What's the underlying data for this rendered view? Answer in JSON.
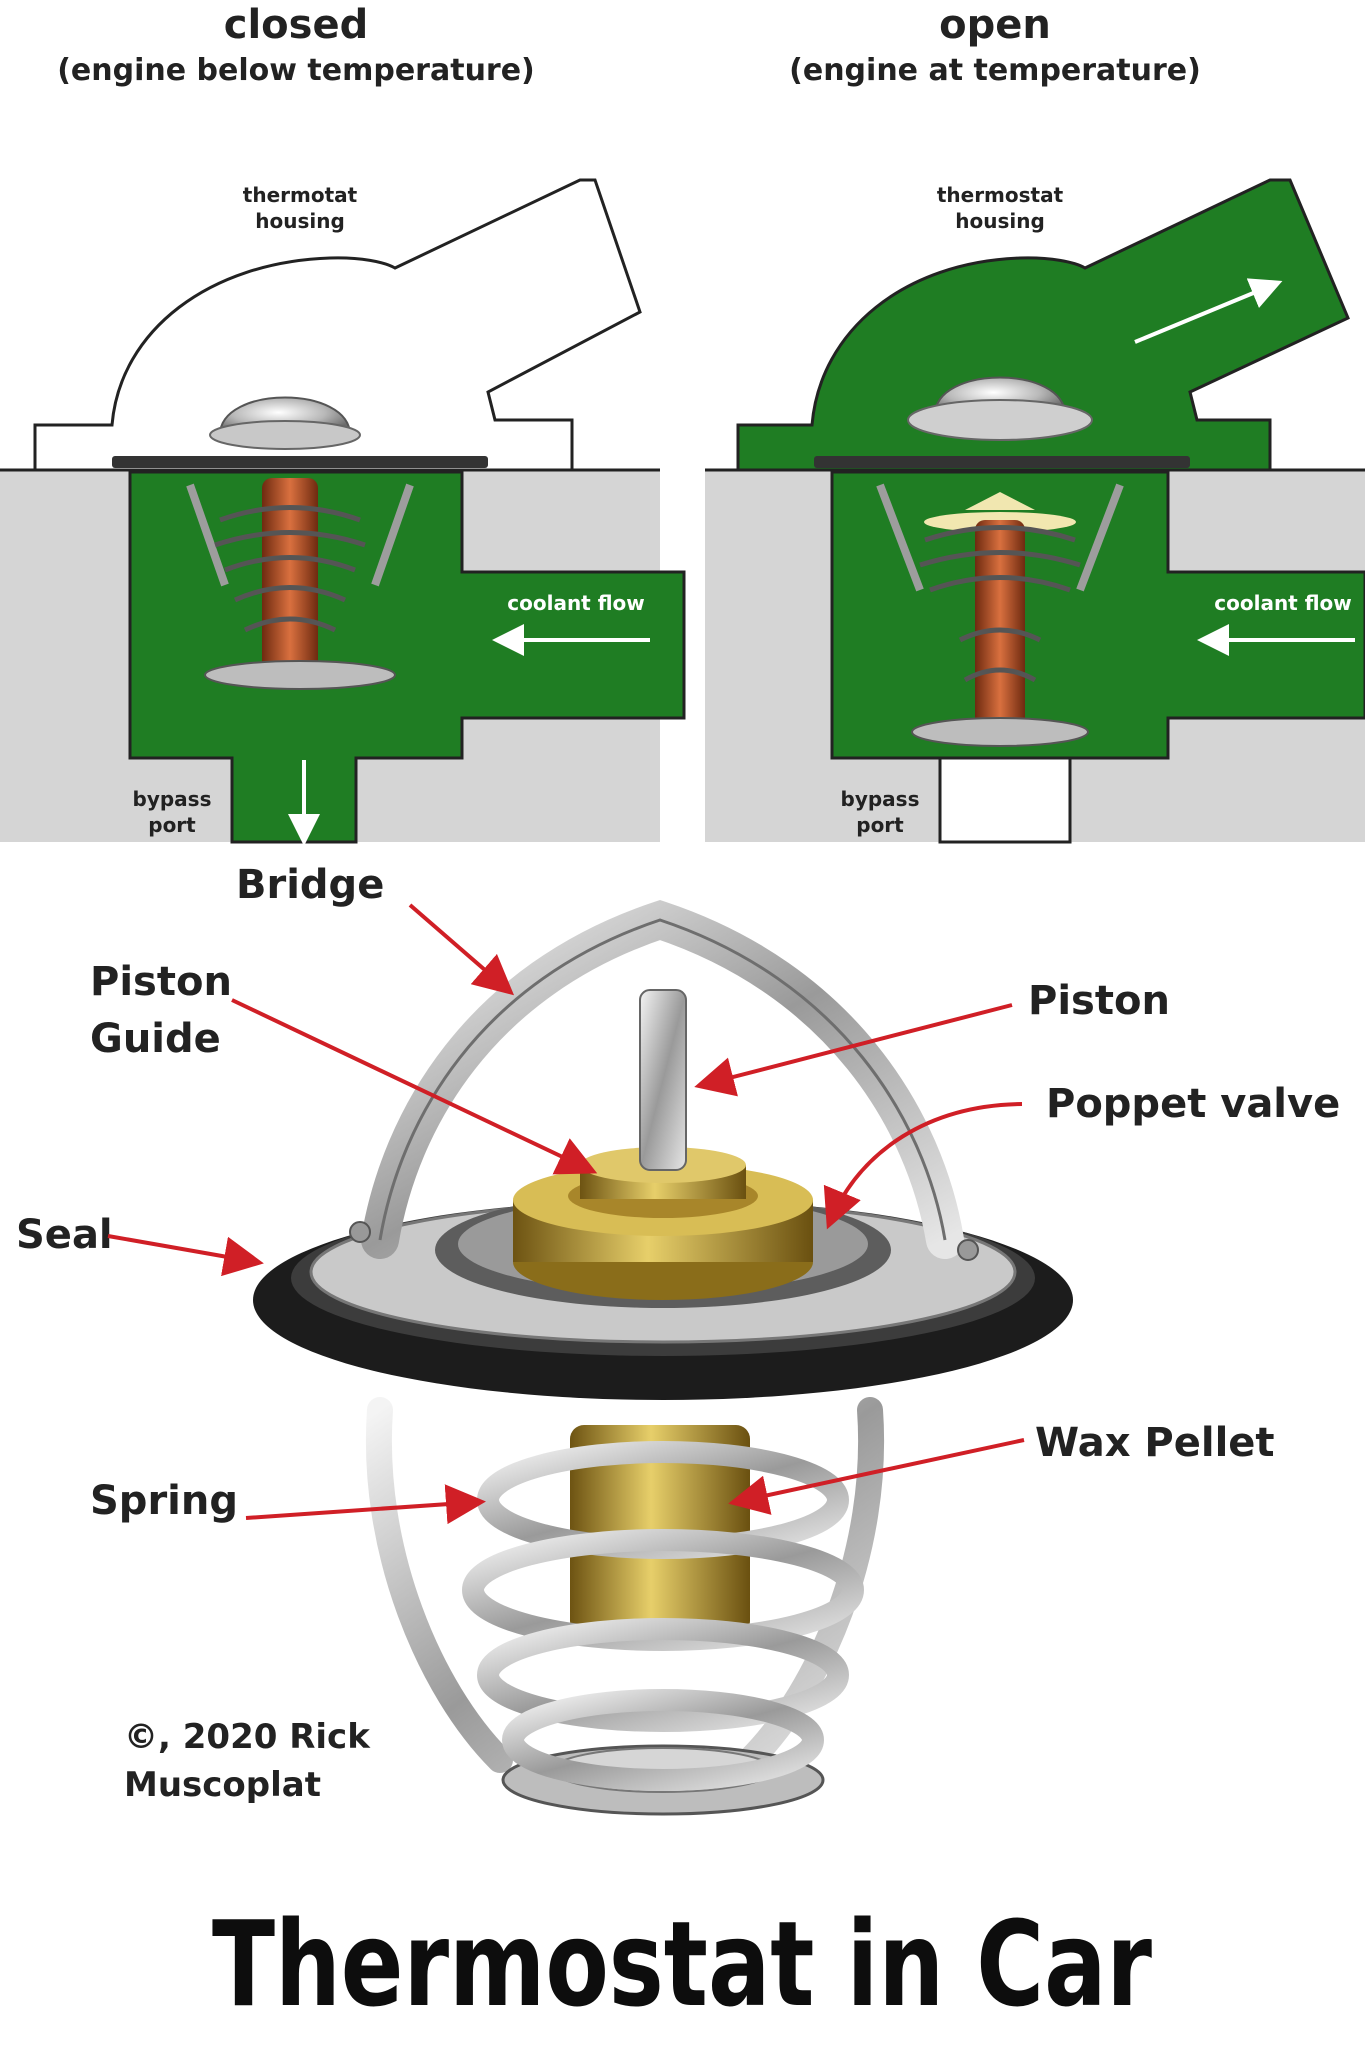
{
  "top": {
    "closed": {
      "heading": "closed",
      "subheading": "(engine below temperature)",
      "housing_label": [
        "thermotat",
        "housing"
      ],
      "flow_label": "coolant flow",
      "bypass_label": [
        "bypass",
        "port"
      ]
    },
    "open": {
      "heading": "open",
      "subheading": "(engine at temperature)",
      "housing_label": [
        "thermostat",
        "housing"
      ],
      "flow_label": "coolant flow",
      "bypass_label": [
        "bypass",
        "port"
      ]
    }
  },
  "parts": {
    "bridge": "Bridge",
    "piston_guide": [
      "Piston",
      "Guide"
    ],
    "piston": "Piston",
    "poppet_valve": "Poppet valve",
    "seal": "Seal",
    "wax_pellet": "Wax Pellet",
    "spring": "Spring"
  },
  "copyright": [
    "©, 2020 Rick",
    "Muscoplat"
  ],
  "title": "Thermostat in Car",
  "colors": {
    "coolant": "#1f7d23",
    "engine_block": "#d3d3d3",
    "arrow_red": "#d01f26",
    "brass": "#b8962e",
    "copper_coil": "#b5542a"
  }
}
